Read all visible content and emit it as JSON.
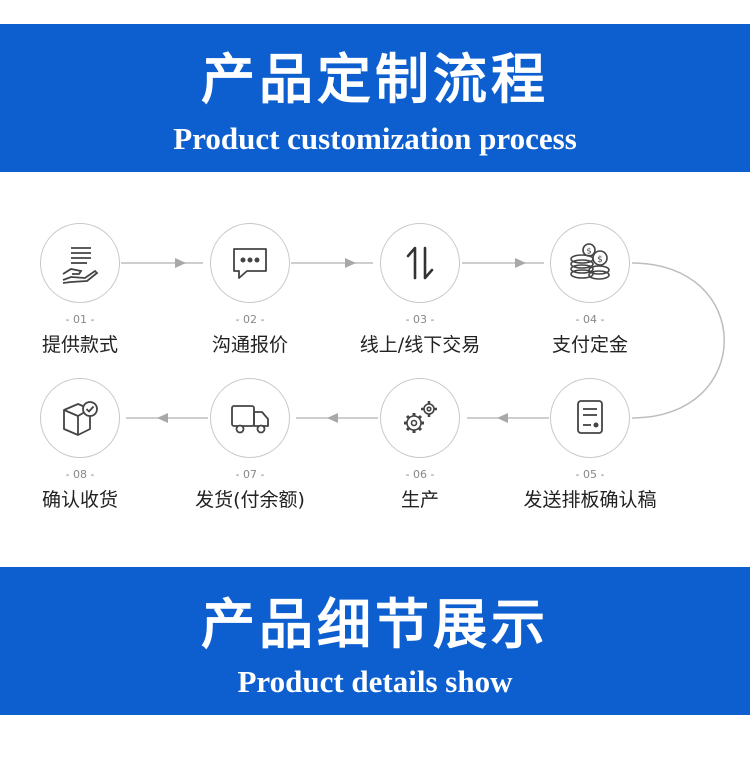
{
  "header": {
    "title_cn": "产品定制流程",
    "title_en": "Product customization process"
  },
  "steps": [
    {
      "num": "- 01 -",
      "label": "提供款式",
      "icon": "hand-document-icon"
    },
    {
      "num": "- 02 -",
      "label": "沟通报价",
      "icon": "chat-bubble-icon"
    },
    {
      "num": "- 03 -",
      "label": "线上/线下交易",
      "icon": "exchange-arrows-icon"
    },
    {
      "num": "- 04 -",
      "label": "支付定金",
      "icon": "coins-icon"
    },
    {
      "num": "- 05 -",
      "label": "发送排板确认稿",
      "icon": "document-icon"
    },
    {
      "num": "- 06 -",
      "label": "生产",
      "icon": "gears-icon"
    },
    {
      "num": "- 07 -",
      "label": "发货(付余额)",
      "icon": "truck-icon"
    },
    {
      "num": "- 08 -",
      "label": "确认收货",
      "icon": "box-check-icon"
    }
  ],
  "footer": {
    "title_cn": "产品细节展示",
    "title_en": "Product details show"
  },
  "colors": {
    "banner": "#0d5fcf",
    "connector": "#bdbdbd",
    "icon": "#444444"
  }
}
